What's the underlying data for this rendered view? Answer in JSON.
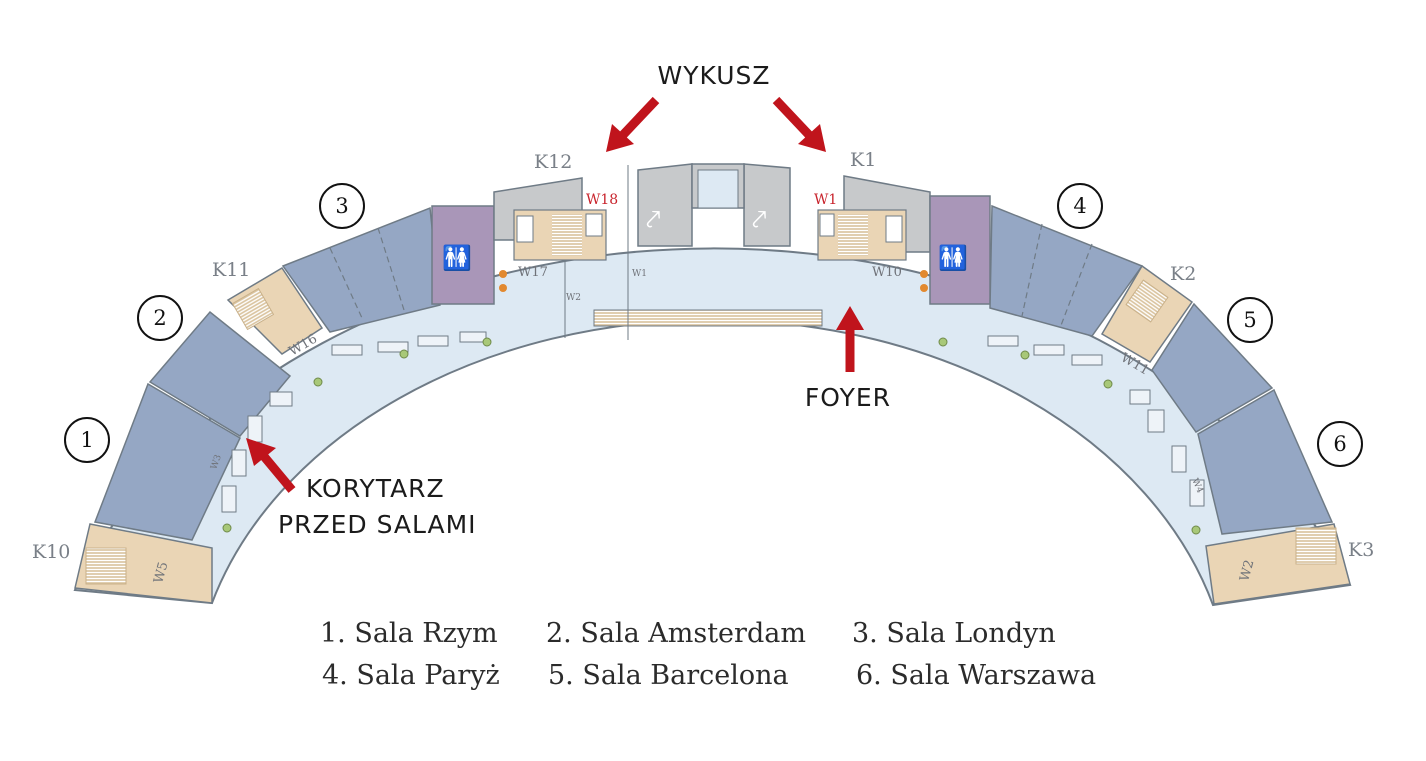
{
  "callouts": {
    "wykusz": "WYKUSZ",
    "foyer": "FOYER",
    "korytarz_line1": "KORYTARZ",
    "korytarz_line2": "PRZED SALAMI"
  },
  "rooms": [
    {
      "number": "1"
    },
    {
      "number": "2"
    },
    {
      "number": "3"
    },
    {
      "number": "4"
    },
    {
      "number": "5"
    },
    {
      "number": "6"
    }
  ],
  "k_labels": {
    "k1": "K1",
    "k2": "K2",
    "k3": "K3",
    "k10": "K10",
    "k11": "K11",
    "k12": "K12"
  },
  "w_labels": {
    "w1": "W1",
    "w2": "W2",
    "w5": "W5",
    "w10": "W10",
    "w11": "W11",
    "w16": "W16",
    "w17": "W17",
    "w18": "W18",
    "w_small_a": "W2",
    "w_small_b": "W1",
    "w_small_c": "W3",
    "w_small_d": "W4"
  },
  "legend": [
    "1. Sala Rzym",
    "2. Sala Amsterdam",
    "3. Sala Londyn",
    "4. Sala Paryż",
    "5. Sala Barcelona",
    "6. Sala Warszawa"
  ],
  "colors": {
    "hall": "#95a7c4",
    "corridor": "#dde9f3",
    "stairs": "#ead5b5",
    "toilets": "#a996b8",
    "service": "#c7c9cb",
    "outline": "#6f7b86",
    "arrow": "#c0141c",
    "dot_green": "#a8c878",
    "dot_orange": "#e2892f"
  }
}
